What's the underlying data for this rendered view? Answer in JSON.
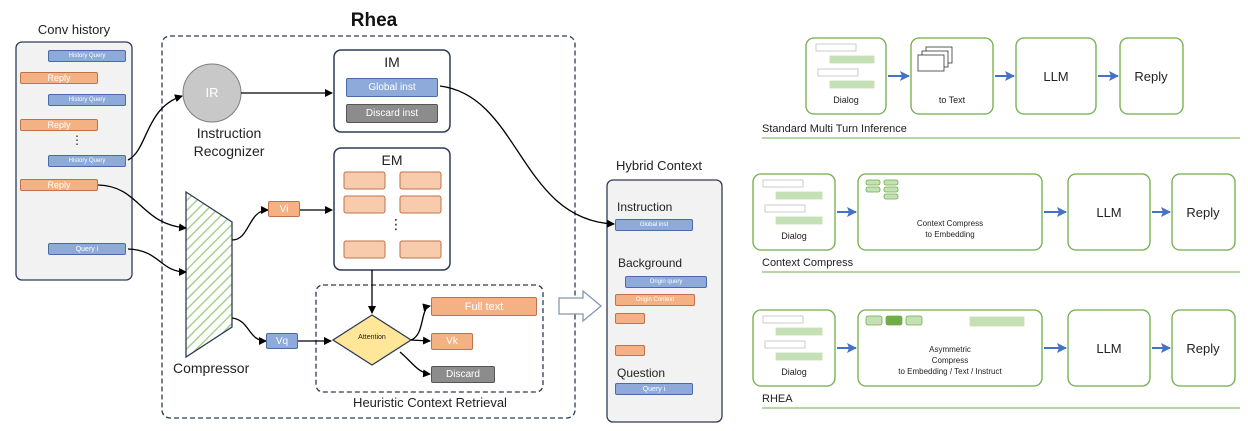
{
  "title": "Rhea",
  "conv_history": {
    "title": "Conv history",
    "items": [
      {
        "label": "History Query",
        "kind": "blue"
      },
      {
        "label": "Reply",
        "kind": "orange"
      },
      {
        "label": "History Query",
        "kind": "blue"
      },
      {
        "label": "Reply",
        "kind": "orange"
      },
      {
        "label": "History Query",
        "kind": "blue"
      },
      {
        "label": "Reply",
        "kind": "orange"
      },
      {
        "label": "Query i",
        "kind": "blue"
      }
    ],
    "ellipsis": "⋮"
  },
  "ir": {
    "circle_label": "IR",
    "name_line1": "Instruction",
    "name_line2": "Recognizer"
  },
  "im": {
    "title": "IM",
    "global": "Global inst",
    "discard": "Discard inst"
  },
  "em": {
    "title": "EM",
    "ellipsis": "⋮"
  },
  "compressor": {
    "label": "Compressor",
    "vi": "Vi",
    "vq": "Vq"
  },
  "hcr": {
    "title": "Heuristic Context Retrieval",
    "attention": "Attention",
    "full_text": "Full text",
    "vk": "Vk",
    "discard": "Discard"
  },
  "hybrid": {
    "title": "Hybrid  Context",
    "instruction": "Instruction",
    "global_inst": "Global inst",
    "background": "Background",
    "origin_query": "Origin query",
    "origin_context": "Origin Context",
    "question": "Question",
    "query_i": "Query i"
  },
  "pipelines": [
    {
      "caption": "Standard Multi Turn Inference",
      "dialog": "Dialog",
      "step": "to Text",
      "llm": "LLM",
      "reply": "Reply"
    },
    {
      "caption": "Context Compress",
      "dialog": "Dialog",
      "step_line1": "Context Compress",
      "step_line2": "to Embedding",
      "llm": "LLM",
      "reply": "Reply"
    },
    {
      "caption": "RHEA",
      "dialog": "Dialog",
      "step_line1": "Asymmetric",
      "step_line2": "Compress",
      "step_line3": "to Embedding / Text / Instruct",
      "llm": "LLM",
      "reply": "Reply"
    }
  ],
  "colors": {
    "green_border": "#70ad47",
    "green_fill": "#c5e0b4",
    "blue_chip": "#8eaadb",
    "orange_chip": "#f4b183",
    "gray_chip": "#8c8c8c",
    "navy_border": "#2f3b55",
    "arrow_blue": "#4472c4",
    "diamond_yellow": "#ffe699"
  }
}
